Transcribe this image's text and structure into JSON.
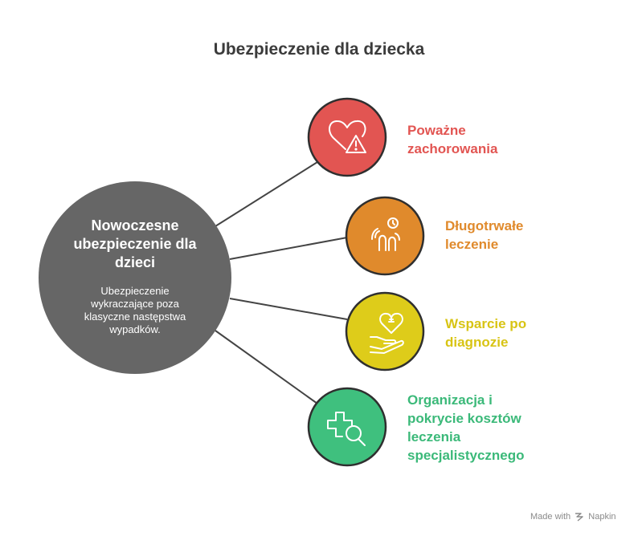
{
  "title": "Ubezpieczenie dla dziecka",
  "center": {
    "title_lines": [
      "Nowoczesne",
      "ubezpieczenie dla",
      "dzieci"
    ],
    "desc_lines": [
      "Ubezpieczenie",
      "wykraczające poza",
      "klasyczne następstwa",
      "wypadków."
    ],
    "color": "#666666"
  },
  "nodes": [
    {
      "label_lines": [
        "Poważne",
        "zachorowania"
      ],
      "color": "#e25552",
      "icon": "heart-warning-icon"
    },
    {
      "label_lines": [
        "Długotrwałe",
        "leczenie"
      ],
      "color": "#e08a2c",
      "icon": "hands-clock-icon"
    },
    {
      "label_lines": [
        "Wsparcie po",
        "diagnozie"
      ],
      "color": "#decc1a",
      "icon": "hand-heart-cross-icon"
    },
    {
      "label_lines": [
        "Organizacja i",
        "pokrycie kosztów",
        "leczenia",
        "specjalistycznego"
      ],
      "color": "#3fc07e",
      "icon": "cross-search-icon"
    }
  ],
  "footer": {
    "made_with": "Made with",
    "brand": "Napkin"
  }
}
